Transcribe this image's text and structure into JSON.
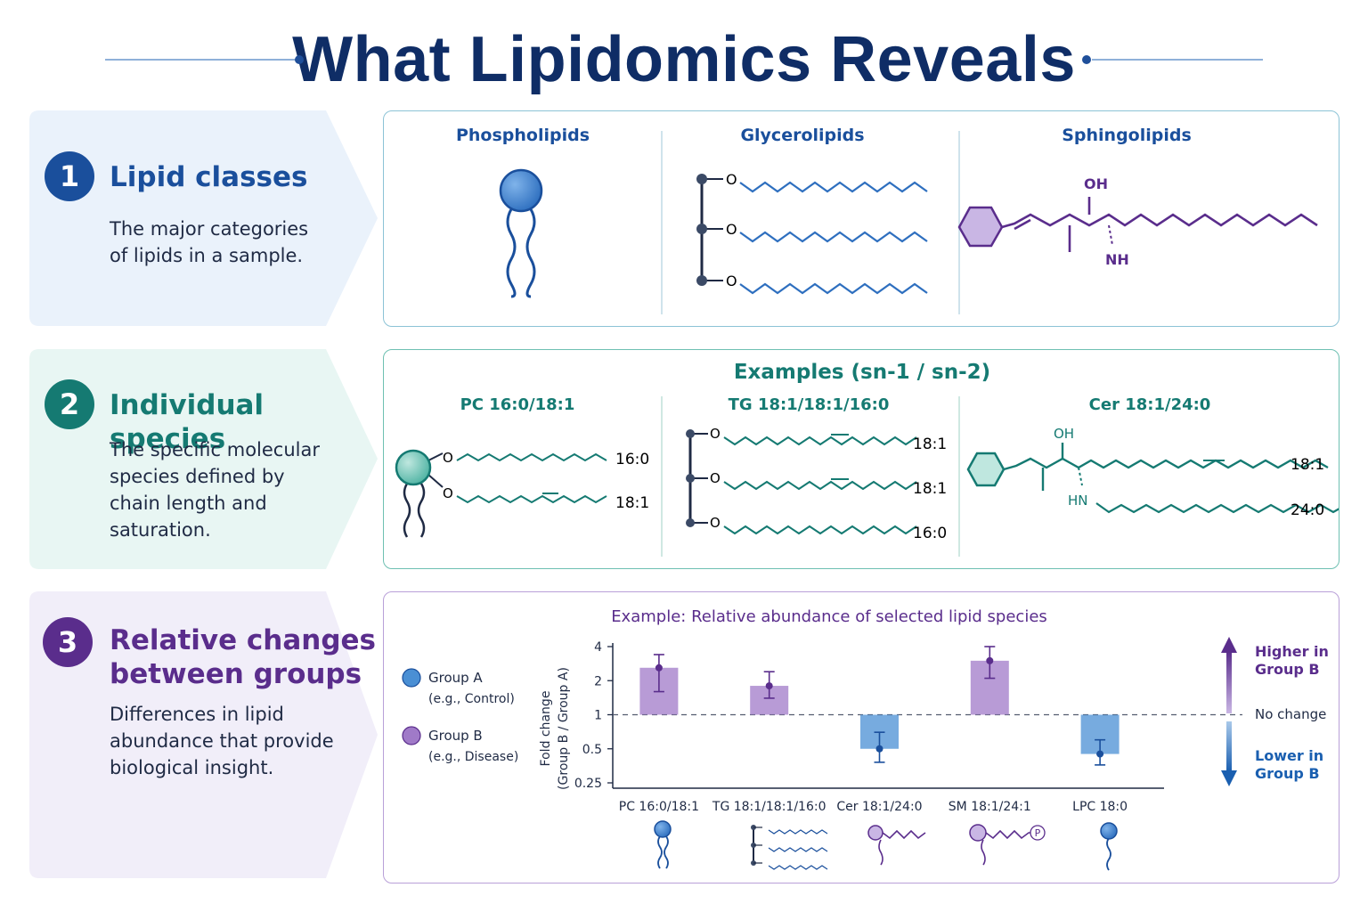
{
  "title": "What Lipidomics Reveals",
  "sections": [
    {
      "number": "1",
      "title_lines": [
        "Lipid classes"
      ],
      "desc_lines": [
        "The major categories",
        "of lipids in a sample."
      ],
      "color": "#1a4f9c"
    },
    {
      "number": "2",
      "title_lines": [
        "Individual species"
      ],
      "desc_lines": [
        "The specific molecular",
        "species defined by",
        "chain length and",
        "saturation."
      ],
      "color": "#157a72"
    },
    {
      "number": "3",
      "title_lines": [
        "Relative changes",
        "between groups"
      ],
      "desc_lines": [
        "Differences in lipid",
        "abundance that provide",
        "biological insight."
      ],
      "color": "#5a2d8c"
    }
  ],
  "classes": {
    "headers": [
      "Phospholipids",
      "Glycerolipids",
      "Sphingolipids"
    ],
    "glycero_o": [
      "O",
      "O",
      "O"
    ],
    "sphingo_oh": "OH",
    "sphingo_nh": "NH"
  },
  "species": {
    "header": "Examples (sn-1 / sn-2)",
    "columns": [
      "PC 16:0/18:1",
      "TG 18:1/18:1/16:0",
      "Cer 18:1/24:0"
    ],
    "pc_chains": [
      "16:0",
      "18:1"
    ],
    "pc_o": [
      "O",
      "O"
    ],
    "tg_chains": [
      "18:1",
      "18:1",
      "16:0"
    ],
    "tg_o": [
      "O",
      "O",
      "O"
    ],
    "cer_chains": [
      "18:1",
      "24:0"
    ],
    "cer_oh": "OH",
    "cer_hn": "HN"
  },
  "legend": {
    "group_a": "Group A",
    "group_a_sub": "(e.g., Control)",
    "group_b": "Group B",
    "group_b_sub": "(e.g., Disease)",
    "color_a": "#4a8fd4",
    "color_b": "#a07ac8"
  },
  "direction": {
    "higher": [
      "Higher in",
      "Group B"
    ],
    "no_change": "No change",
    "lower": [
      "Lower in",
      "Group B"
    ]
  },
  "chart_data": {
    "type": "bar",
    "title": "Example: Relative abundance of selected lipid species",
    "ylabel": [
      "Fold change",
      "(Group B / Group A)"
    ],
    "yscale": "log2",
    "ylim": [
      0.25,
      4
    ],
    "yticks": [
      "4",
      "2",
      "1",
      "0.5",
      "0.25"
    ],
    "baseline": 1,
    "categories": [
      "PC 16:0/18:1",
      "TG 18:1/18:1/16:0",
      "Cer 18:1/24:0",
      "SM 18:1/24:1",
      "LPC 18:0"
    ],
    "values": [
      2.6,
      1.8,
      0.5,
      3.0,
      0.45
    ],
    "err_low": [
      1.6,
      1.4,
      0.38,
      2.1,
      0.36
    ],
    "err_high": [
      3.4,
      2.4,
      0.7,
      4.0,
      0.6
    ],
    "group": [
      "B",
      "B",
      "A",
      "B",
      "A"
    ],
    "sm_phosphate": "P"
  }
}
